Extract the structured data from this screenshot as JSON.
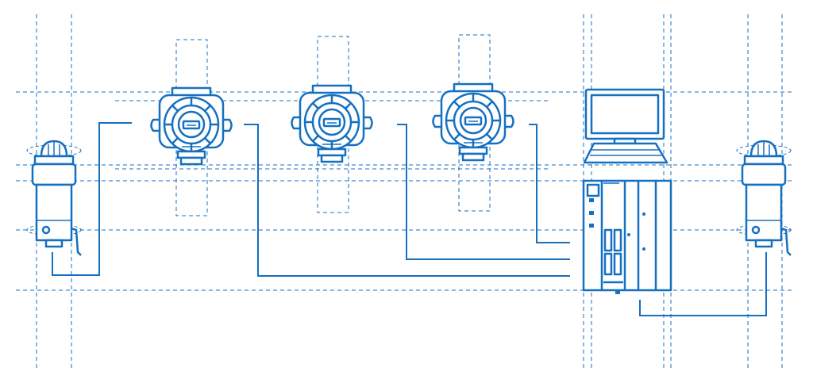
{
  "diagram": {
    "colors": {
      "line": "#1570c1",
      "background": "#ffffff"
    },
    "devices": [
      {
        "id": "beacon-left",
        "kind": "alarm-beacon-icon"
      },
      {
        "id": "detector-1",
        "kind": "gas-detector-icon"
      },
      {
        "id": "detector-2",
        "kind": "gas-detector-icon"
      },
      {
        "id": "detector-3",
        "kind": "gas-detector-icon"
      },
      {
        "id": "controller",
        "kind": "control-cabinet-with-monitor-icon"
      },
      {
        "id": "beacon-right",
        "kind": "alarm-beacon-icon"
      }
    ],
    "connections": [
      {
        "from": "beacon-left",
        "to": "detector-1"
      },
      {
        "from": "detector-1",
        "to": "controller"
      },
      {
        "from": "detector-2",
        "to": "controller"
      },
      {
        "from": "detector-3",
        "to": "controller"
      },
      {
        "from": "controller",
        "to": "beacon-right"
      }
    ]
  }
}
